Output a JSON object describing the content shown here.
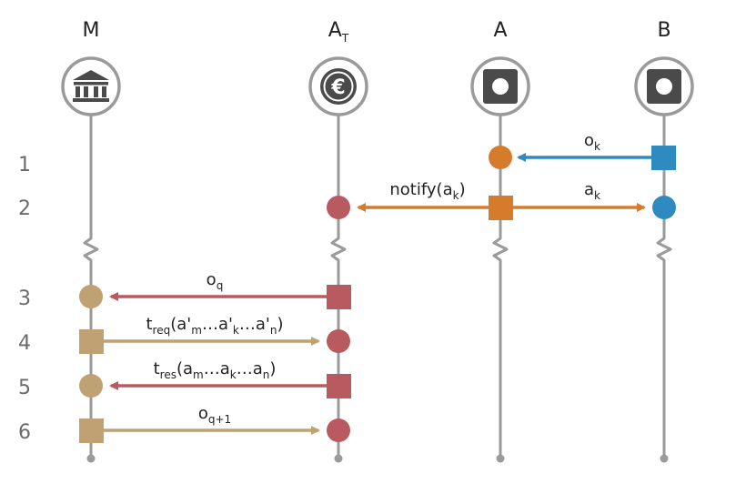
{
  "colors": {
    "lifeline": "#9a9a9a",
    "circle_fill": "#ffffff",
    "icon_dark": "#4a4a4a",
    "orange": "#d67a2b",
    "blue": "#2f8bbf",
    "red": "#b85a5f",
    "tan": "#bfa173",
    "text": "#222222",
    "row_text": "#6b6b6b"
  },
  "participants": {
    "m": {
      "label": "M",
      "icon": "bank-icon"
    },
    "at": {
      "label": "A",
      "sub": "T",
      "icon": "euro-coin-icon"
    },
    "a": {
      "label": "A",
      "icon": "device-icon"
    },
    "b": {
      "label": "B",
      "icon": "device-icon"
    }
  },
  "rows": [
    "1",
    "2",
    "3",
    "4",
    "5",
    "6"
  ],
  "messages": {
    "ok": {
      "main": "o",
      "sub": "k"
    },
    "notify": {
      "pre": "notify(a",
      "sub": "k",
      "post": ")"
    },
    "ak": {
      "main": "a",
      "sub": "k"
    },
    "oq": {
      "main": "o",
      "sub": "q"
    },
    "treq": {
      "t": "t",
      "t_sub": "req",
      "p1": "(a'",
      "s1": "m",
      "p2": "…a'",
      "s2": "k",
      "p3": "…a'",
      "s3": "n",
      "p4": ")"
    },
    "tres": {
      "t": "t",
      "t_sub": "res",
      "p1": "(a",
      "s1": "m",
      "p2": "…a",
      "s2": "k",
      "p3": "…a",
      "s3": "n",
      "p4": ")"
    },
    "oq1": {
      "main": "o",
      "sub": "q+1"
    }
  }
}
